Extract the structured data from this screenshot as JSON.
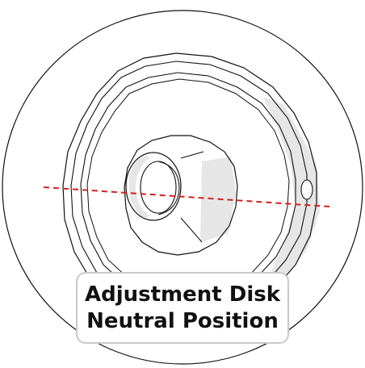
{
  "figure": {
    "part_name": "adjustment-disk",
    "label": {
      "line1": "Adjustment Disk",
      "line2": "Neutral Position"
    },
    "colors": {
      "outline": "#111111",
      "shade": "#e6e6e6",
      "reference_line": "#d62020",
      "label_border": "#c9c9c9"
    },
    "reference_line_style": "dashed"
  }
}
